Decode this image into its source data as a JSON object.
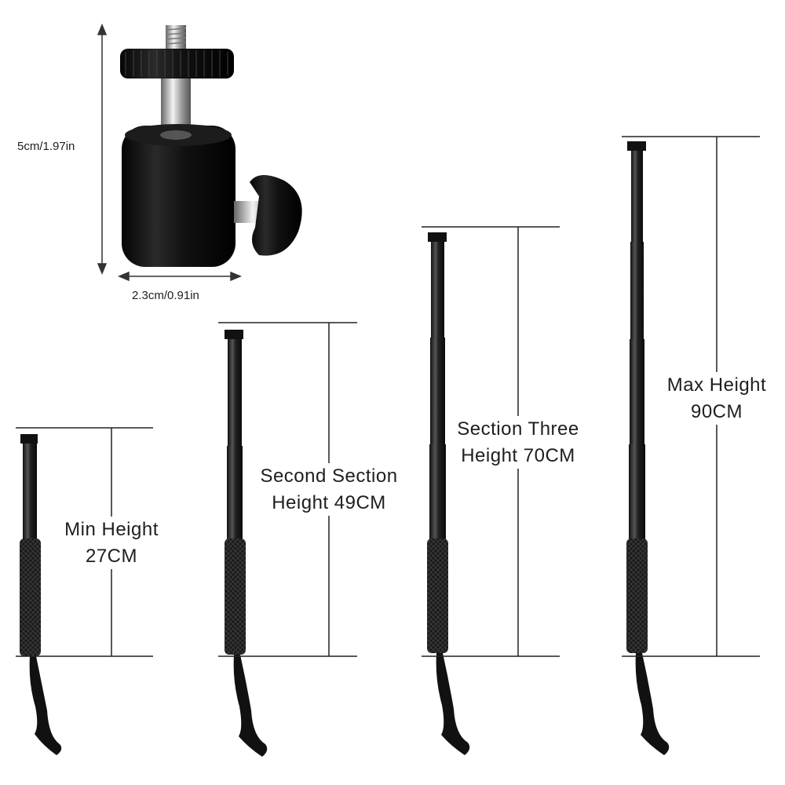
{
  "ball_head": {
    "height_label": "5cm/1.97in",
    "width_label": "2.3cm/0.91in"
  },
  "poles": [
    {
      "line1": "Min Height",
      "line2": "27CM"
    },
    {
      "line1": "Second Section",
      "line2": "Height 49CM"
    },
    {
      "line1": "Section Three",
      "line2": "Height 70CM"
    },
    {
      "line1": "Max Height",
      "line2": "90CM"
    }
  ]
}
